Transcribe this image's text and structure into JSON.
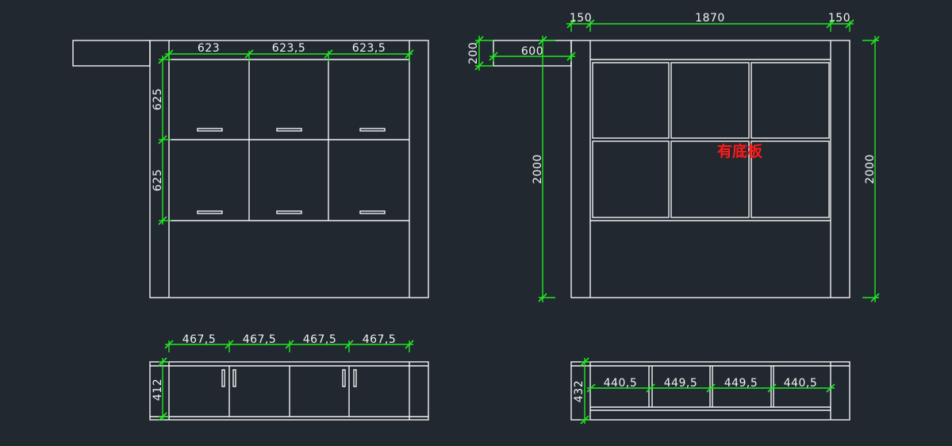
{
  "colors": {
    "background": "#212830",
    "outline": "#f2f2f2",
    "dimension": "#22e622",
    "note": "#ff1a1a"
  },
  "upper_left": {
    "widths": [
      "623",
      "623,5",
      "623,5"
    ],
    "heights": [
      "625",
      "625"
    ]
  },
  "upper_right": {
    "top_widths": [
      "150",
      "1870",
      "150"
    ],
    "depth": "600",
    "shelf_thickness": "200",
    "height_left": "2000",
    "height_right": "2000",
    "note": "有底板"
  },
  "lower_left": {
    "widths": [
      "467,5",
      "467,5",
      "467,5",
      "467,5"
    ],
    "height": "412"
  },
  "lower_right": {
    "widths": [
      "440,5",
      "449,5",
      "449,5",
      "440,5"
    ],
    "height": "432"
  }
}
